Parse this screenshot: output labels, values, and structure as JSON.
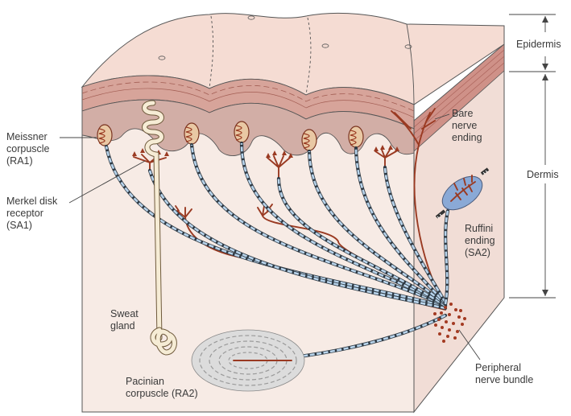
{
  "labels": {
    "meissner": [
      "Meissner",
      "corpuscle",
      "(RA1)"
    ],
    "merkel": [
      "Merkel disk",
      "receptor",
      "(SA1)"
    ],
    "sweat": [
      "Sweat",
      "gland"
    ],
    "pacinian": [
      "Pacinian",
      "corpuscle (RA2)"
    ],
    "bare": [
      "Bare",
      "nerve",
      "ending"
    ],
    "ruffini": [
      "Ruffini",
      "ending",
      "(SA2)"
    ],
    "peripheral": [
      "Peripheral",
      "nerve bundle"
    ],
    "epidermis": "Epidermis",
    "dermis": "Dermis"
  },
  "colors": {
    "epidermis": "#d7a49a",
    "epidermis_top": "#f4dcd4",
    "dermis": "#f7ebe5",
    "papillae": "#d2aea6",
    "nerve": "#9a3a22",
    "myelin": "#b8d4ec",
    "ruffini_capsule": "#8aa9d6",
    "pacinian": "#d9d9d9"
  }
}
